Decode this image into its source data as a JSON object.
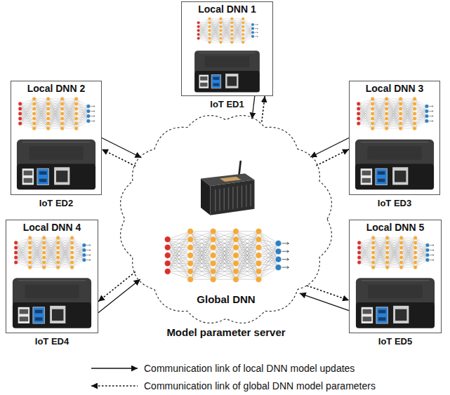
{
  "diagram": {
    "nodes": [
      {
        "text": [
          "Local DNN 1",
          "IoT ED1"
        ]
      },
      {
        "text": [
          "Local DNN 2",
          "IoT ED2"
        ]
      },
      {
        "text": [
          "Local DNN 3",
          "IoT ED3"
        ]
      },
      {
        "text": [
          "Global DNN",
          "Model parameter server"
        ]
      },
      {
        "text": [
          "Local DNN 4",
          "IoT ED4"
        ]
      },
      {
        "text": [
          "Local DNN 5",
          "IoT ED5"
        ]
      }
    ],
    "edges": [
      {
        "from": 0,
        "to": 3,
        "arrow": "to"
      },
      {
        "from": 3,
        "to": 0,
        "arrow": "to"
      },
      {
        "from": 1,
        "to": 3,
        "arrow": "to"
      },
      {
        "from": 3,
        "to": 1,
        "arrow": "to"
      },
      {
        "from": 2,
        "to": 3,
        "arrow": "to"
      },
      {
        "from": 3,
        "to": 2,
        "arrow": "to"
      },
      {
        "from": 4,
        "to": 3,
        "arrow": "to"
      },
      {
        "from": 3,
        "to": 4,
        "arrow": "to"
      },
      {
        "from": 5,
        "to": 3,
        "arrow": "to"
      },
      {
        "from": 3,
        "to": 5,
        "arrow": "to"
      }
    ],
    "legend": [
      {
        "text": "Communication link of local DNN model updates"
      },
      {
        "text": "Communication link of global DNN model parameters"
      }
    ]
  }
}
